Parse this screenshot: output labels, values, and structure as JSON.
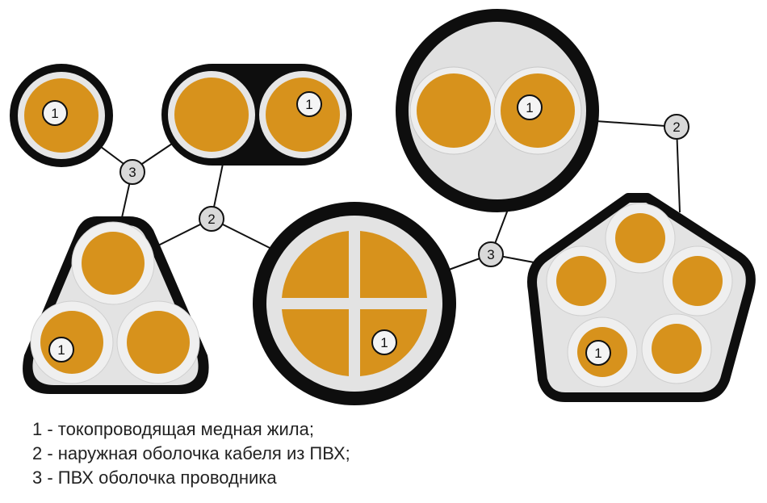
{
  "colors": {
    "copper": "#D7921C",
    "sheath": "#E3E3E3",
    "insulation_ring": "#F1F1F1",
    "jacket": "#0E0E0E",
    "leader": "#111111"
  },
  "markers": {
    "conductor": "1",
    "outer_sheath": "2",
    "insulation": "3"
  },
  "legend": [
    "1 - токопроводящая медная жила;",
    "2 - наружная оболочка кабеля из ПВХ;",
    "3 - ПВХ оболочка проводника"
  ]
}
